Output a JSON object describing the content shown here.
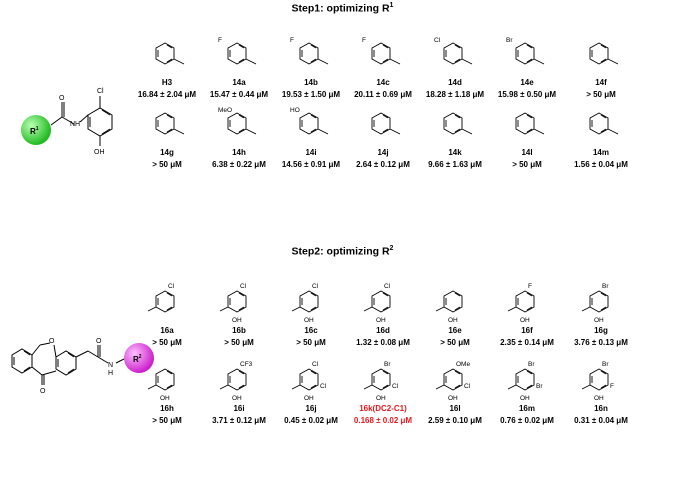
{
  "step1": {
    "title": "Step1: optimizing R",
    "sup": "1",
    "compounds": [
      {
        "name": "H3",
        "value": "16.84 ± 2.04 μM",
        "sub": ""
      },
      {
        "name": "14a",
        "value": "15.47 ± 0.44 μM",
        "sub": "F"
      },
      {
        "name": "14b",
        "value": "19.53 ± 1.50 μM",
        "sub": "F"
      },
      {
        "name": "14c",
        "value": "20.11 ± 0.69 μM",
        "sub": "F"
      },
      {
        "name": "14d",
        "value": "18.28 ± 1.18 μM",
        "sub": "Cl"
      },
      {
        "name": "14e",
        "value": "15.98 ± 0.50 μM",
        "sub": "Br"
      },
      {
        "name": "14f",
        "value": "> 50 μM",
        "sub": ""
      },
      {
        "name": "14g",
        "value": "> 50 μM",
        "sub": ""
      },
      {
        "name": "14h",
        "value": "6.38 ± 0.22 μM",
        "sub": "MeO"
      },
      {
        "name": "14i",
        "value": "14.56 ± 0.91 μM",
        "sub": "HO"
      },
      {
        "name": "14j",
        "value": "2.64 ± 0.12 μM",
        "sub": ""
      },
      {
        "name": "14k",
        "value": "9.66 ± 1.63 μM",
        "sub": ""
      },
      {
        "name": "14l",
        "value": "> 50 μM",
        "sub": ""
      },
      {
        "name": "14m",
        "value": "1.56 ± 0.04 μM",
        "sub": ""
      }
    ],
    "core": {
      "r_label": "R",
      "r_sup": "1",
      "cl": "Cl",
      "nh": "NH",
      "oh": "OH",
      "o": "O"
    }
  },
  "step2": {
    "title": "Step2: optimizing R",
    "sup": "2",
    "compounds": [
      {
        "name": "16a",
        "value": "> 50 μM",
        "s1": "Cl",
        "s2": "",
        "highlight": false
      },
      {
        "name": "16b",
        "value": "> 50 μM",
        "s1": "Cl",
        "s2": "OH",
        "highlight": false
      },
      {
        "name": "16c",
        "value": "> 50 μM",
        "s1": "Cl",
        "s2": "OH",
        "highlight": false
      },
      {
        "name": "16d",
        "value": "1.32 ± 0.08 μM",
        "s1": "Cl",
        "s2": "OH",
        "highlight": false
      },
      {
        "name": "16e",
        "value": "> 50 μM",
        "s1": "",
        "s2": "OH",
        "highlight": false
      },
      {
        "name": "16f",
        "value": "2.35 ± 0.14 μM",
        "s1": "F",
        "s2": "OH",
        "highlight": false
      },
      {
        "name": "16g",
        "value": "3.76 ± 0.13 μM",
        "s1": "Br",
        "s2": "OH",
        "highlight": false
      },
      {
        "name": "16h",
        "value": "> 50 μM",
        "s1": "",
        "s2": "OH",
        "highlight": false
      },
      {
        "name": "16i",
        "value": "3.71 ± 0.12 μM",
        "s1": "CF3",
        "s2": "OH",
        "highlight": false
      },
      {
        "name": "16j",
        "value": "0.45 ± 0.02 μM",
        "s1": "Cl",
        "s2": "OH",
        "s3": "Cl",
        "highlight": false
      },
      {
        "name": "16k(DC2-C1)",
        "value": "0.168 ± 0.02 μM",
        "s1": "Br",
        "s2": "OH",
        "s3": "Cl",
        "highlight": true
      },
      {
        "name": "16l",
        "value": "2.59 ± 0.10 μM",
        "s1": "OMe",
        "s2": "OH",
        "s3": "Cl",
        "highlight": false
      },
      {
        "name": "16m",
        "value": "0.76 ± 0.02 μM",
        "s1": "Br",
        "s2": "OH",
        "s3": "Br",
        "highlight": false
      },
      {
        "name": "16n",
        "value": "0.31 ± 0.04 μM",
        "s1": "Br",
        "s2": "OH",
        "s3": "F",
        "highlight": false
      }
    ],
    "core": {
      "r_label": "R",
      "r_sup": "2",
      "nh": "N",
      "h": "H",
      "o": "O"
    }
  },
  "colors": {
    "r1_ball": "#2ecc40",
    "r2_ball": "#e040e0",
    "highlight": "#e6191e"
  }
}
